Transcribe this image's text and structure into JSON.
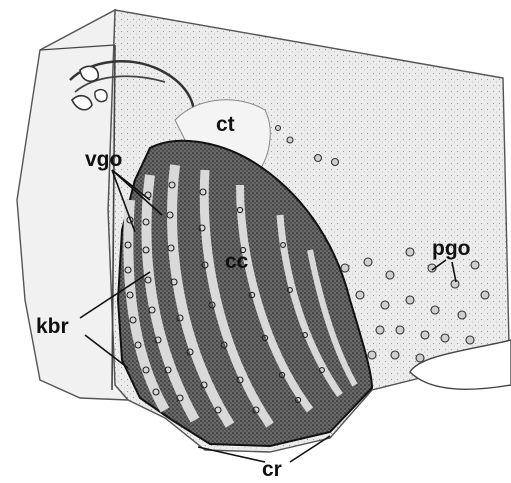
{
  "figure": {
    "labels": {
      "ct": "ct",
      "vgo": "vgo",
      "cc": "cc",
      "pgo": "pgo",
      "kbr": "kbr",
      "cr": "cr"
    }
  },
  "colors": {
    "ink": "#111111",
    "tissue": "#e9e9e9",
    "shade": "#bdbdbd",
    "background": "#ffffff"
  }
}
